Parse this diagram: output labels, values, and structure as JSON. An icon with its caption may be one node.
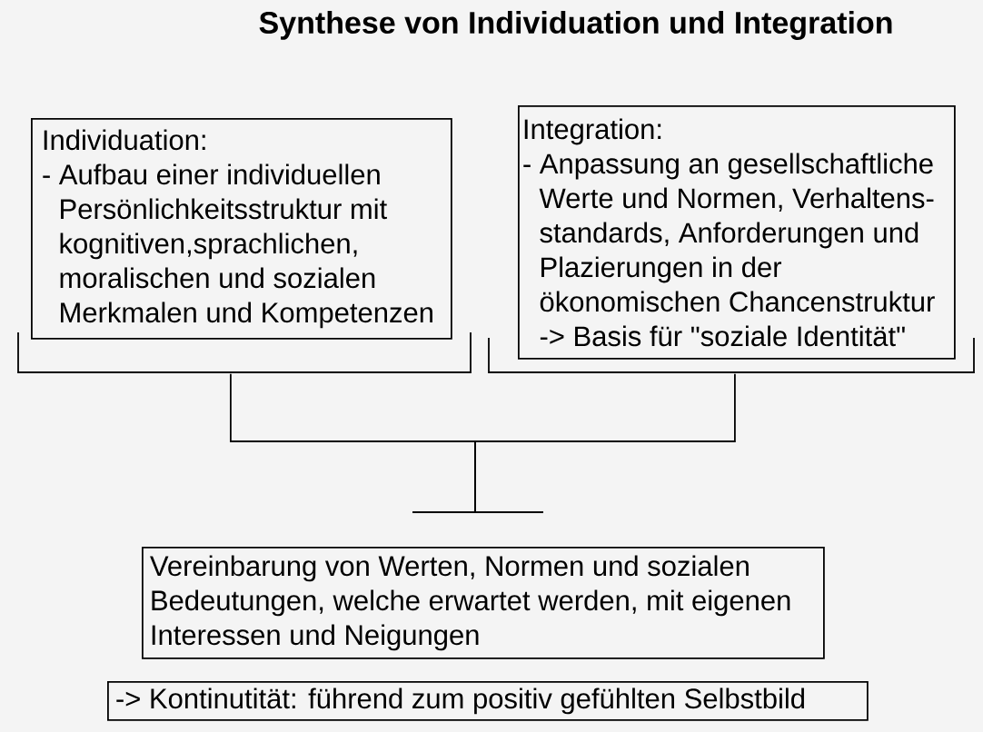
{
  "diagram": {
    "title": "Synthese von Individuation und Integration",
    "nodes": [
      {
        "text": [
          "Individuation:",
          "- Aufbau einer individuellen Persönlichkeitsstruktur mit kognitiven,sprachlichen, moralischen und sozialen Merkmalen und Kompetenzen"
        ]
      },
      {
        "text": [
          "Integration:",
          "- Anpassung an gesellschaftliche Werte und Normen, Verhaltens-standards, Anforderungen und Plazierungen in der ökonomischen Chancenstruktur",
          "-> Basis für \"soziale Identität\""
        ]
      },
      {
        "text": [
          "Vereinbarung von Werten, Normen und sozialen Bedeutungen, welche erwartet werden, mit eigenen Interessen und Neigungen"
        ]
      },
      {
        "text": [
          "-> Kontinutität: führend zum positiv gefühlten Selbstbild"
        ]
      }
    ],
    "edges": [
      {
        "from": 0,
        "to": 2,
        "arrow": "none"
      },
      {
        "from": 1,
        "to": 2,
        "arrow": "none"
      }
    ]
  }
}
